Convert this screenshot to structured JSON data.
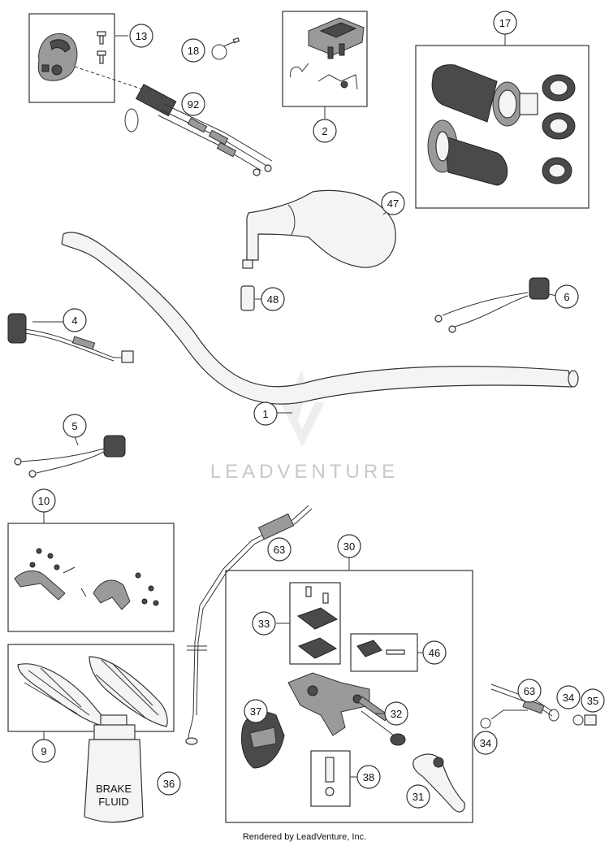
{
  "callouts": [
    "13",
    "18",
    "92",
    "2",
    "17",
    "47",
    "48",
    "4",
    "6",
    "1",
    "5",
    "10",
    "63",
    "30",
    "33",
    "46",
    "32",
    "37",
    "9",
    "36",
    "38",
    "31",
    "34",
    "35",
    "34b"
  ],
  "callout_labels": {
    "13": "13",
    "18": "18",
    "92": "92",
    "2": "2",
    "17": "17",
    "47": "47",
    "48": "48",
    "4": "4",
    "6": "6",
    "1": "1",
    "5": "5",
    "10": "10",
    "63": "63",
    "63b": "63",
    "30": "30",
    "33": "33",
    "46": "46",
    "32": "32",
    "37": "37",
    "9": "9",
    "36": "36",
    "38": "38",
    "31": "31",
    "34": "34",
    "34b": "34",
    "35": "35"
  },
  "bottle": {
    "line1": "BRAKE",
    "line2": "FLUID"
  },
  "watermark": "LEADVENTURE",
  "footer": "Rendered by LeadVenture, Inc."
}
